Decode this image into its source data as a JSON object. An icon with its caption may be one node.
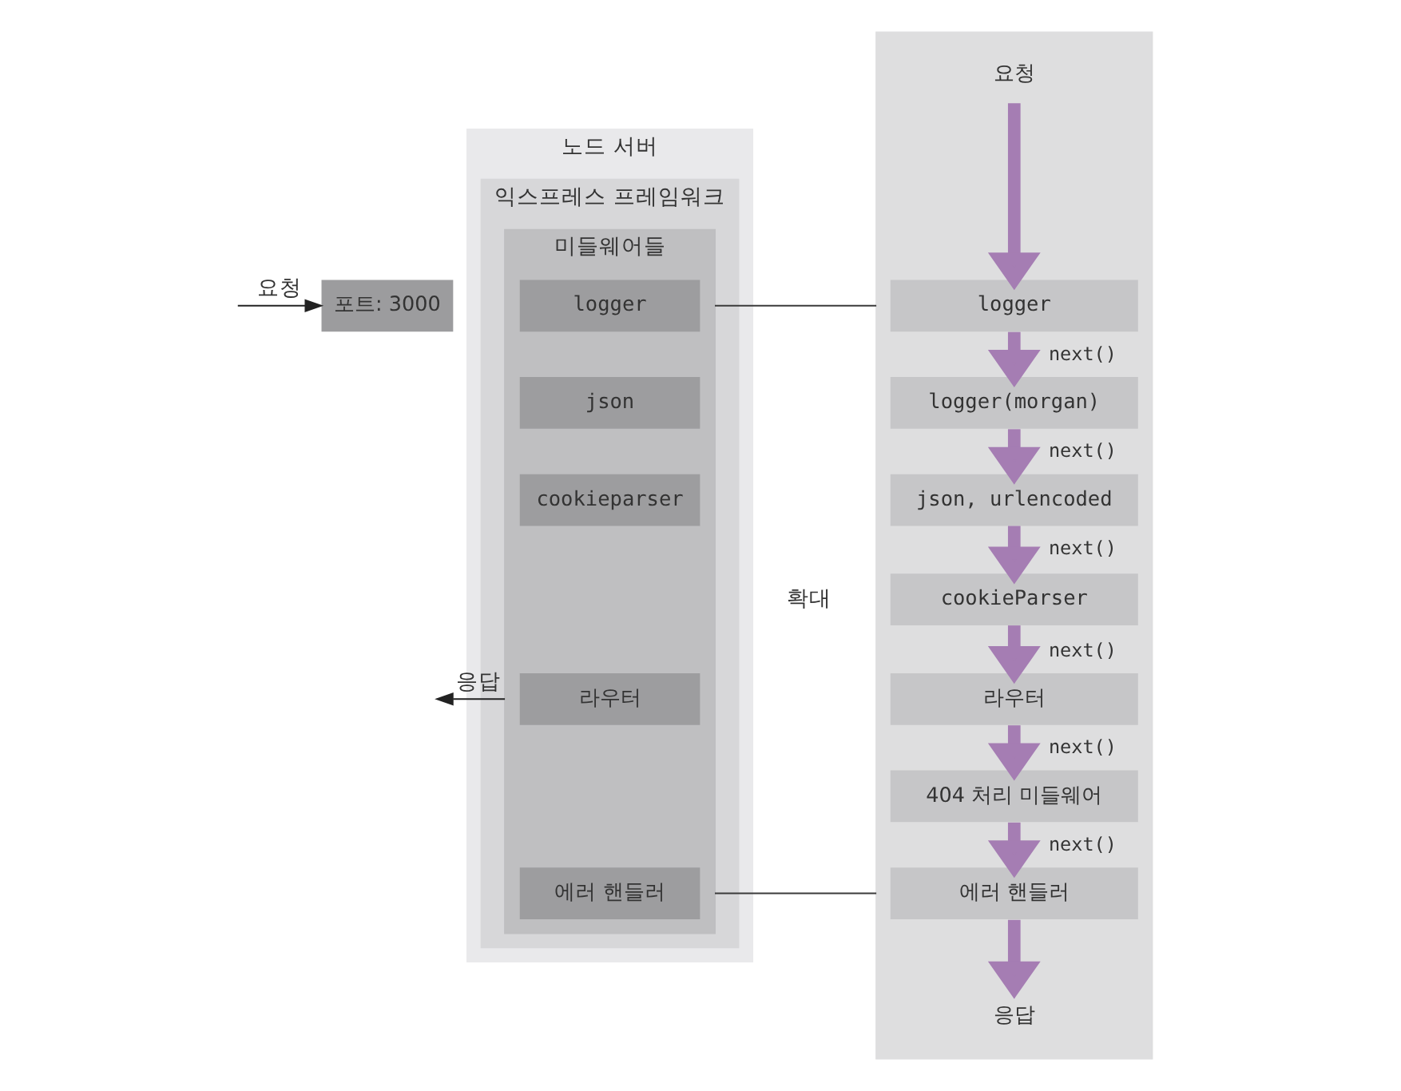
{
  "diagram": {
    "nodes": [
      {
        "text": [
          "노드 서버"
        ]
      },
      {
        "text": [
          "익스프레스 프레임워크"
        ],
        "in": 0
      },
      {
        "text": [
          "포트: 3000"
        ]
      },
      {
        "text": [
          "미들웨어들"
        ],
        "in": 1
      },
      {
        "text": [
          "logger"
        ],
        "in": 3
      },
      {
        "text": [
          "json"
        ],
        "in": 3
      },
      {
        "text": [
          "cookieparser"
        ],
        "in": 3
      },
      {
        "text": [
          "라우터"
        ],
        "in": 3
      },
      {
        "text": [
          "에러 핸들러"
        ],
        "in": 3
      },
      {
        "text": [],
        "shape": "box"
      },
      {
        "text": [
          "요청"
        ],
        "in": 9
      },
      {
        "text": [
          "logger"
        ],
        "in": 9
      },
      {
        "text": [
          "logger(morgan)"
        ],
        "in": 9
      },
      {
        "text": [
          "json, urlencoded"
        ],
        "in": 9
      },
      {
        "text": [
          "cookieParser"
        ],
        "in": 9
      },
      {
        "text": [
          "라우터"
        ],
        "in": 9
      },
      {
        "text": [
          "404 처리 미들웨어"
        ],
        "in": 9
      },
      {
        "text": [
          "에러 핸들러"
        ],
        "in": 9
      },
      {
        "text": [
          "응답"
        ],
        "in": 9
      }
    ],
    "edges": [
      {
        "from": null,
        "to": 2,
        "arrow": "to",
        "label": "요청",
        "color": "#222222"
      },
      {
        "from": 3,
        "to": null,
        "arrow": "to",
        "label": "응답",
        "color": "#222222"
      },
      {
        "from": 3,
        "to": 9,
        "arrow": "none",
        "color": "#3a3a3a"
      },
      {
        "from": 3,
        "to": 9,
        "arrow": "none",
        "color": "#3a3a3a"
      },
      {
        "from": 10,
        "to": 11,
        "arrow": "to",
        "color": "#a57db3"
      },
      {
        "from": 11,
        "to": 12,
        "arrow": "to",
        "label": "next()",
        "color": "#a57db3"
      },
      {
        "from": 12,
        "to": 13,
        "arrow": "to",
        "label": "next()",
        "color": "#a57db3"
      },
      {
        "from": 13,
        "to": 14,
        "arrow": "to",
        "label": "next()",
        "color": "#a57db3"
      },
      {
        "from": 14,
        "to": 15,
        "arrow": "to",
        "label": "next()",
        "color": "#a57db3"
      },
      {
        "from": 15,
        "to": 16,
        "arrow": "to",
        "label": "next()",
        "color": "#a57db3"
      },
      {
        "from": 16,
        "to": 17,
        "arrow": "to",
        "label": "next()",
        "color": "#a57db3"
      },
      {
        "from": 17,
        "to": 18,
        "arrow": "to",
        "color": "#a57db3"
      }
    ],
    "labels": [
      "확대"
    ]
  }
}
